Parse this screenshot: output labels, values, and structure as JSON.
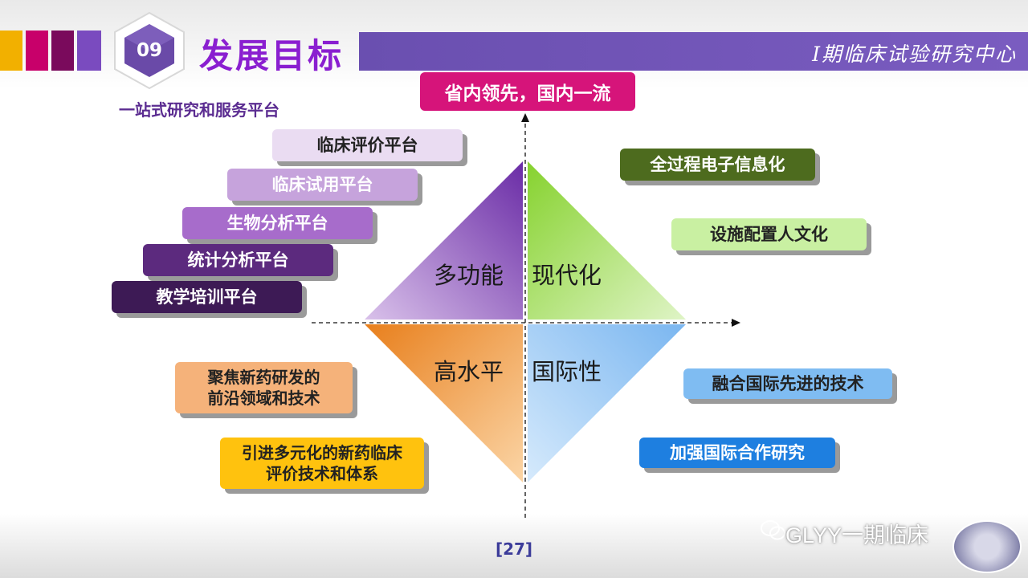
{
  "header": {
    "section_number": "09",
    "title": "发展目标",
    "center_name": "I期临床试验研究中心",
    "stripe_colors": [
      "#f2b000",
      "#c8006a",
      "#7a0a5c",
      "#7a4bbf"
    ],
    "bar_color": "#6a4fb0"
  },
  "subtitle": "一站式研究和服务平台",
  "goal": "省内领先，国内一流",
  "quadrants": {
    "top_left": "多功能",
    "top_right": "现代化",
    "bottom_left": "高水平",
    "bottom_right": "国际性"
  },
  "platforms": [
    {
      "label": "临床评价平台",
      "color": "#eadcf2",
      "text_color": "#222222"
    },
    {
      "label": "临床试用平台",
      "color": "#c6a3dc",
      "text_color": "#ffffff"
    },
    {
      "label": "生物分析平台",
      "color": "#a76ccb",
      "text_color": "#ffffff"
    },
    {
      "label": "统计分析平台",
      "color": "#5c2a7e",
      "text_color": "#ffffff"
    },
    {
      "label": "教学培训平台",
      "color": "#3d1a55",
      "text_color": "#ffffff"
    }
  ],
  "modern": [
    {
      "label": "全过程电子信息化",
      "color": "#4d6b1e",
      "text_color": "#ffffff"
    },
    {
      "label": "设施配置人文化",
      "color": "#c9f0a2",
      "text_color": "#222222"
    }
  ],
  "high_level": [
    {
      "label": "聚焦新药研发的前沿领域和技术",
      "line1": "聚焦新药研发的",
      "line2": "前沿领域和技术",
      "color": "#f5b27a",
      "text_color": "#222222"
    },
    {
      "label": "引进多元化的新药临床评价技术和体系",
      "line1": "引进多元化的新药临床",
      "line2": "评价技术和体系",
      "color": "#ffc20e",
      "text_color": "#222222"
    }
  ],
  "international": [
    {
      "label": "融合国际先进的技术",
      "color": "#7fbcf2",
      "text_color": "#222222"
    },
    {
      "label": "加强国际合作研究",
      "color": "#1e7fe0",
      "text_color": "#ffffff"
    }
  ],
  "footer": {
    "page": "[27]",
    "watermark": "GLYY一期临床"
  }
}
